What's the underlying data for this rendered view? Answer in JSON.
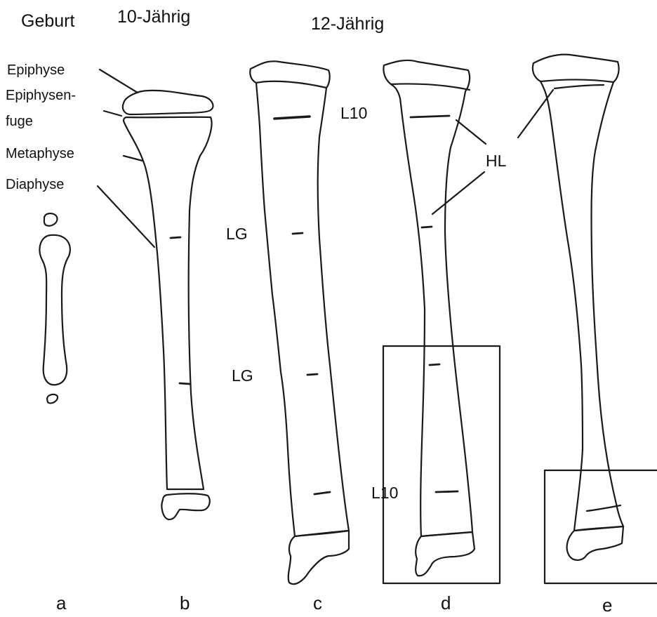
{
  "headers": {
    "birth": "Geburt",
    "age10": "10-Jährig",
    "age12": "12-Jährig"
  },
  "anatomy_labels": {
    "epiphyse": "Epiphyse",
    "fuge_line1": "Epiphysen-",
    "fuge_line2": "fuge",
    "metaphyse": "Metaphyse",
    "diaphyse": "Diaphyse"
  },
  "markers": {
    "l10_top": "L10",
    "lg_upper": "LG",
    "lg_lower": "LG",
    "l10_bottom": "L10",
    "hl": "HL"
  },
  "panels": [
    "a",
    "b",
    "c",
    "d",
    "e"
  ],
  "colors": {
    "ink": "#1a1a1a",
    "background": "#ffffff"
  }
}
